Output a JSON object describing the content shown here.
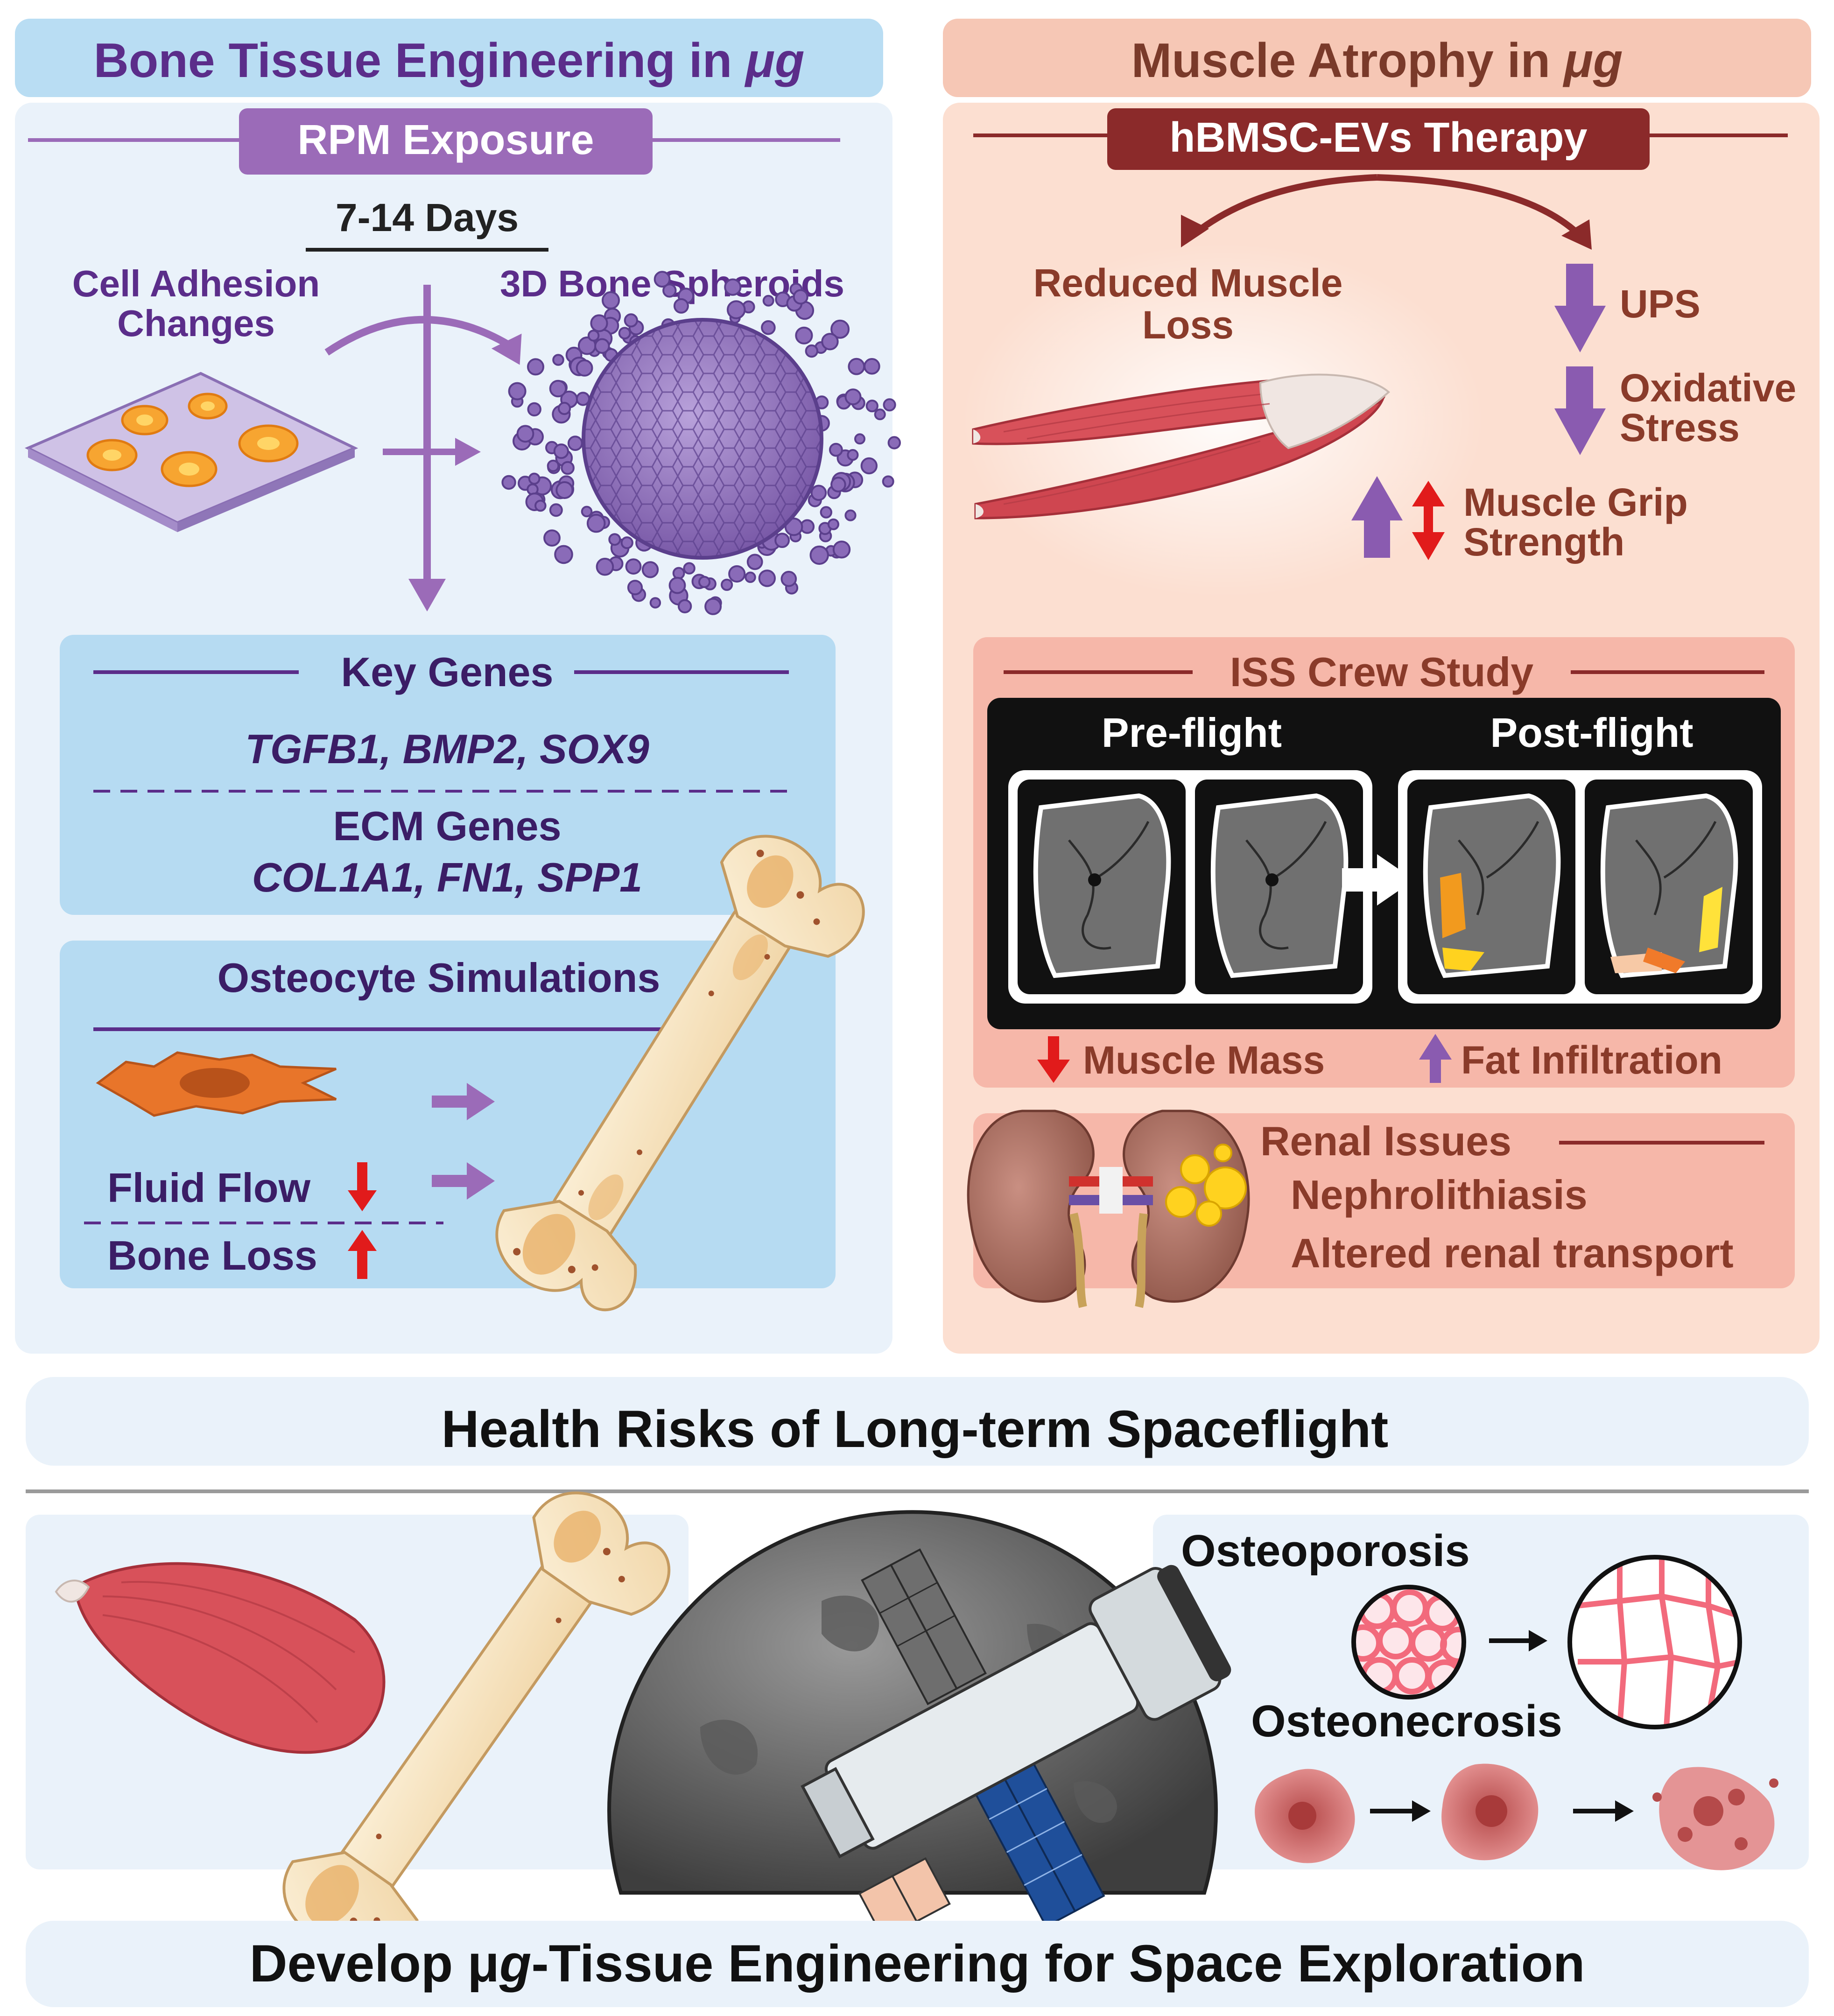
{
  "left_panel": {
    "title_parts": [
      "Bone Tissue Engineering in ",
      "μ",
      "g"
    ],
    "rpm_label": "RPM Exposure",
    "days_label": "7-14 Days",
    "cell_adhesion_lines": [
      "Cell Adhesion",
      "Changes"
    ],
    "spheroid_label": "3D Bone Spheroids",
    "key_genes_title": "Key Genes",
    "key_genes_list": "TGFB1, BMP2, SOX9",
    "ecm_genes_title": "ECM Genes",
    "ecm_genes_list": "COL1A1, FN1, SPP1",
    "osteocyte_title": "Osteocyte Simulations",
    "fluid_flow_label": "Fluid Flow",
    "bone_loss_label": "Bone Loss"
  },
  "right_panel": {
    "title_parts": [
      "Muscle Atrophy in ",
      "μ",
      "g"
    ],
    "therapy_label": "hBMSC-EVs Therapy",
    "reduced_loss_lines": [
      "Reduced Muscle",
      "Loss"
    ],
    "ups_label": "UPS",
    "oxidative_lines": [
      "Oxidative",
      "Stress"
    ],
    "grip_lines": [
      "Muscle Grip",
      "Strength"
    ],
    "iss_title": "ISS Crew Study",
    "preflight_label": "Pre-flight",
    "postflight_label": "Post-flight",
    "muscle_mass_label": "Muscle Mass",
    "fat_infiltration_label": "Fat Infiltration",
    "renal_title": "Renal Issues",
    "renal_items": [
      "Nephrolithiasis",
      "Altered renal transport"
    ]
  },
  "middle": {
    "health_risks_title": "Health Risks of Long-term Spaceflight"
  },
  "bottom": {
    "osteoporosis_label": "Osteoporosis",
    "osteonecrosis_label": "Osteonecrosis",
    "footer_parts": [
      "Develop ",
      "μ",
      "g",
      "-Tissue Engineering for Space Exploration"
    ]
  },
  "colors": {
    "left_panel_bg": "#eaf2fa",
    "left_header_bg": "#b9ddf3",
    "purple_accent": "#9b6bb8",
    "right_panel_bg": "#fcdfd1",
    "right_header_bg": "#f6c7b5",
    "dark_red_accent": "#8b2a2a",
    "text_purple": "#4a2a7a",
    "text_brown": "#8a3b2a",
    "increase_red": "#e11b1b"
  }
}
